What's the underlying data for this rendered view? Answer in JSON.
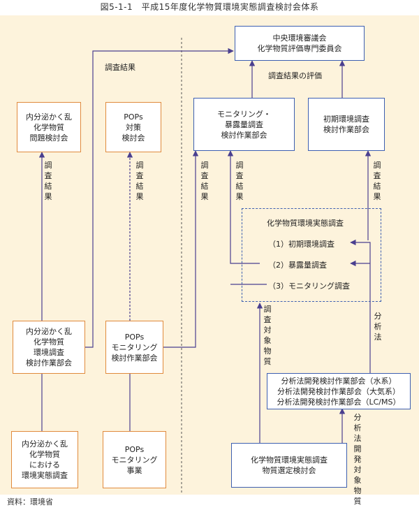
{
  "title": "図5-1-1　平成15年度化学物質環境実態調査検討会体系",
  "source": "資料：環境省",
  "boxes": {
    "council": [
      "中央環境審議会",
      "化学物質評価専門委員会"
    ],
    "endocrine_committee": [
      "内分泌かく乱",
      "化学物質",
      "問題検討会"
    ],
    "pops_committee": [
      "POPs",
      "対策",
      "検討会"
    ],
    "monitoring_exposure": [
      "モニタリング・",
      "暴露量調査",
      "検討作業部会"
    ],
    "initial_survey": [
      "初期環境調査",
      "検討作業部会"
    ],
    "survey_group_title": "化学物質環境実態調査",
    "survey_items": [
      "（1）初期環境調査",
      "（2）暴露量調査",
      "（3）モニタリング調査"
    ],
    "endocrine_wg": [
      "内分泌かく乱",
      "化学物質",
      "環境調査",
      "検討作業部会"
    ],
    "pops_monitoring_wg": [
      "POPs",
      "モニタリング",
      "検討作業部会"
    ],
    "analysis_wg": [
      "分析法開発検討作業部会（水系）",
      "分析法開発検討作業部会（大気系）",
      "分析法開発検討作業部会（LC/MS）"
    ],
    "endocrine_survey": [
      "内分泌かく乱",
      "化学物質",
      "における",
      "環境実態調査"
    ],
    "pops_monitoring_project": [
      "POPs",
      "モニタリング",
      "事業"
    ],
    "selection_committee": [
      "化学物質環境実態調査",
      "物質選定検討会"
    ]
  },
  "labels": {
    "survey_results_top": "調査結果",
    "survey_results_evaluation": "調査結果の評価",
    "v_survey_results": "調査結果",
    "v_target_substances": "調査対象物質",
    "v_analysis_method": "分析法",
    "v_analysis_target": "分析法開発対象物質"
  },
  "colors": {
    "panel": "#fdf3dc",
    "orange_border": "#e08a3c",
    "blue_border": "#3d5fb0",
    "line": "#4a3f8f"
  }
}
